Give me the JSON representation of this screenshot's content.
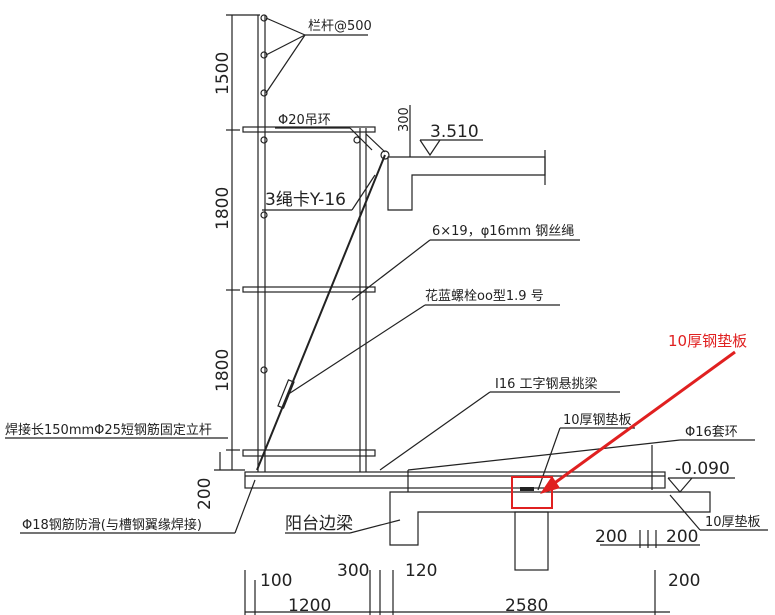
{
  "labels": {
    "railing": "栏杆@500",
    "lifting_ring": "Φ20吊环",
    "elevation_top": "3.510",
    "rope_clip": "3绳卡Y-16",
    "wire_rope": "6×19，φ16mm 钢丝绳",
    "turnbuckle": "花蓝螺栓oo型1.9 号",
    "highlight_callout": "10厚钢垫板",
    "cantilever_beam": "I16 工字钢悬挑梁",
    "weld_rebar": "焊接长150mmΦ25短钢筋固定立杆",
    "steel_plate": "10厚钢垫板",
    "ring_16": "Φ16套环",
    "elevation_floor": "-0.090",
    "anti_slip": "Φ18钢筋防滑(与槽钢翼缘焊接)",
    "balcony_beam": "阳台边梁",
    "plate_10": "10厚垫板"
  },
  "dimensions": {
    "h1": "1500",
    "h2": "1800",
    "h3": "1800",
    "h4": "200",
    "h_top": "300",
    "d100": "100",
    "d300": "300",
    "d120": "120",
    "d200_right": "200",
    "d1200": "1200",
    "d2580": "2580",
    "d200a": "200",
    "d200b": "200"
  },
  "colors": {
    "line": "#222222",
    "highlight": "#e02020"
  }
}
